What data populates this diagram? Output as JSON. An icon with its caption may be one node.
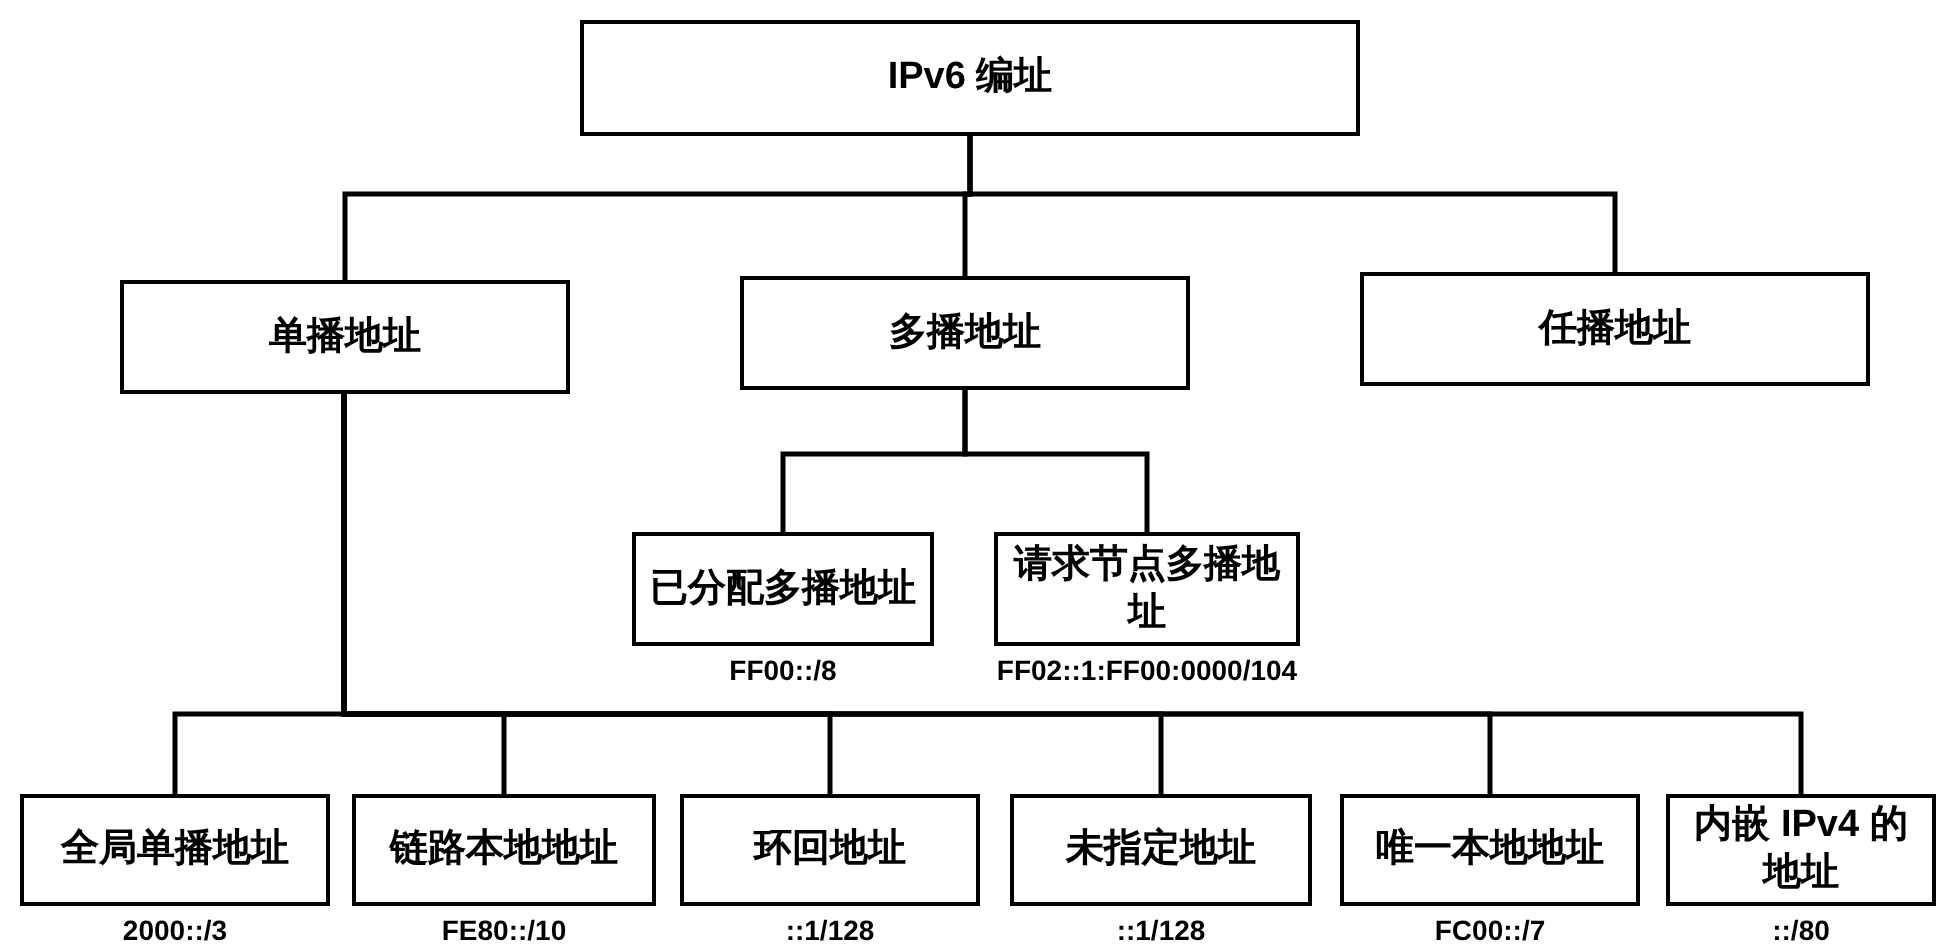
{
  "diagram": {
    "nodes": [
      {
        "text": [
          "IPv6 编址"
        ]
      },
      {
        "text": [
          "单播地址"
        ]
      },
      {
        "text": [
          "多播地址"
        ]
      },
      {
        "text": [
          "任播地址"
        ]
      },
      {
        "text": [
          "已分配多播地址"
        ],
        "beside": [
          "FF00::/8"
        ]
      },
      {
        "text": [
          "请求节点多播地址"
        ],
        "beside": [
          "FF02::1:FF00:0000/104"
        ]
      },
      {
        "text": [
          "全局单播地址"
        ],
        "beside": [
          "2000::/3"
        ]
      },
      {
        "text": [
          "链路本地地址"
        ],
        "beside": [
          "FE80::/10"
        ]
      },
      {
        "text": [
          "环回地址"
        ],
        "beside": [
          "::1/128"
        ]
      },
      {
        "text": [
          "未指定地址"
        ],
        "beside": [
          "::1/128"
        ]
      },
      {
        "text": [
          "唯一本地地址"
        ],
        "beside": [
          "FC00::/7"
        ]
      },
      {
        "text": [
          "内嵌 IPv4 的地址"
        ],
        "beside": [
          "::/80"
        ]
      }
    ],
    "edges": [
      {
        "from": 0,
        "to": 1,
        "arrow": "none"
      },
      {
        "from": 0,
        "to": 2,
        "arrow": "none"
      },
      {
        "from": 0,
        "to": 3,
        "arrow": "none"
      },
      {
        "from": 2,
        "to": 4,
        "arrow": "none"
      },
      {
        "from": 2,
        "to": 5,
        "arrow": "none"
      },
      {
        "from": 1,
        "to": 6,
        "arrow": "none"
      },
      {
        "from": 1,
        "to": 7,
        "arrow": "none"
      },
      {
        "from": 1,
        "to": 8,
        "arrow": "none"
      },
      {
        "from": 1,
        "to": 9,
        "arrow": "none"
      },
      {
        "from": 1,
        "to": 10,
        "arrow": "none"
      },
      {
        "from": 1,
        "to": 11,
        "arrow": "none"
      }
    ]
  }
}
